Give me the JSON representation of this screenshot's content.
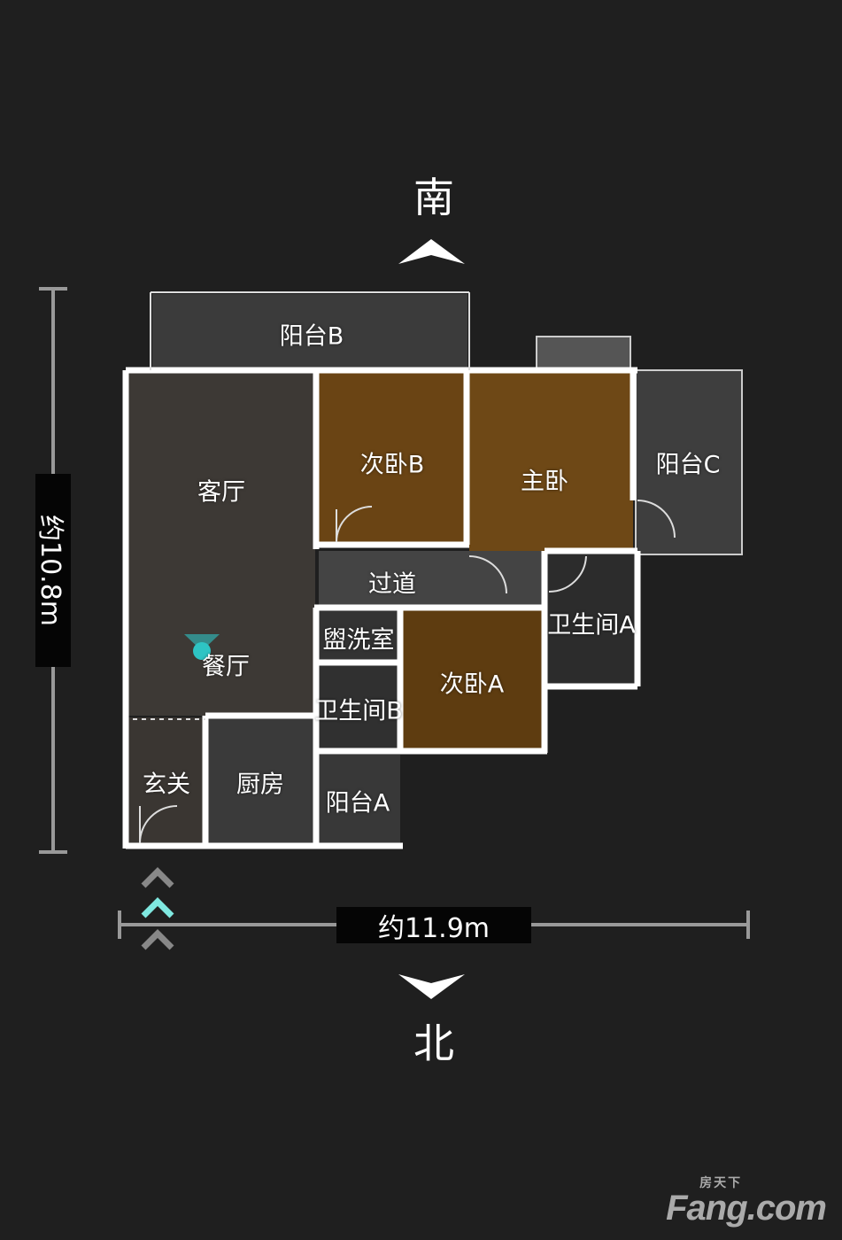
{
  "directions": {
    "south": "南",
    "north": "北"
  },
  "dimensions": {
    "height": "约10.8m",
    "width": "约11.9m"
  },
  "rooms": {
    "balcony_b": "阳台B",
    "living_room": "客厅",
    "dining_room": "餐厅",
    "bedroom_b": "次卧B",
    "master_bedroom": "主卧",
    "balcony_c": "阳台C",
    "corridor": "过道",
    "washroom": "盥洗室",
    "bathroom_b": "卫生间B",
    "bedroom_a": "次卧A",
    "bathroom_a": "卫生间A",
    "entrance": "玄关",
    "kitchen": "厨房",
    "balcony_a": "阳台A"
  },
  "logo": {
    "brand": "Fang.com",
    "chinese": "房天下"
  },
  "colors": {
    "background": "#1f1f1f",
    "wall": "#ffffff",
    "bedroom": "#6b4512",
    "room": "#3a3a3a",
    "marker": "#2ec4c4"
  }
}
